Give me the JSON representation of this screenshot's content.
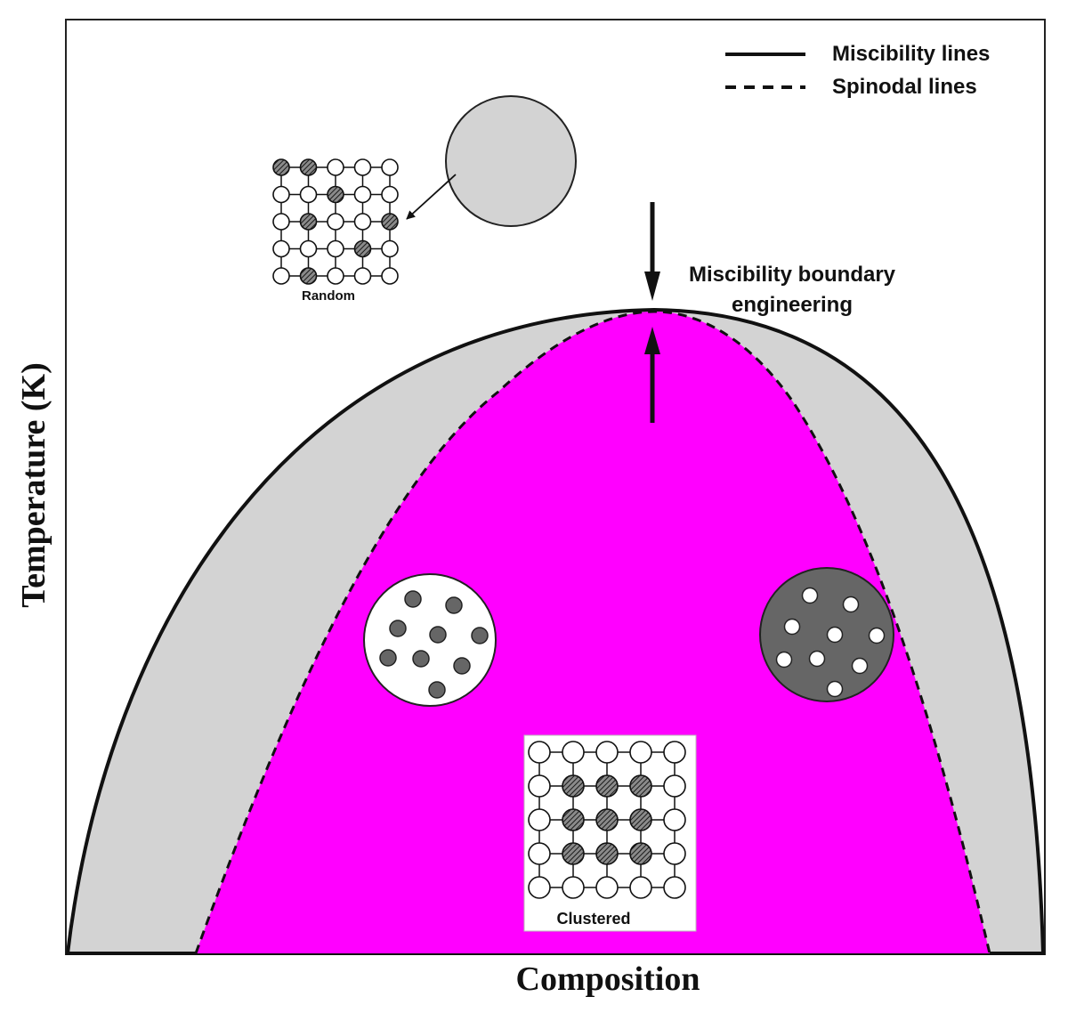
{
  "axes": {
    "xlabel": "Composition",
    "ylabel": "Temperature (K)"
  },
  "legend": {
    "solid_label": "Miscibility lines",
    "dashed_label": "Spinodal lines",
    "placement": "top-right"
  },
  "annotation": {
    "line1": "Miscibility boundary",
    "line2": "engineering"
  },
  "lattices": {
    "random_label": "Random",
    "clustered_label": "Clustered"
  },
  "colors": {
    "spinodal_region": "#ff00ff",
    "metastable_region": "#d3d3d3",
    "outline": "#111111",
    "dark_particle": "#666666",
    "light_particle": "#ffffff"
  },
  "icons": [
    "up-arrow-icon",
    "down-arrow-icon",
    "pointer-arrow-icon"
  ]
}
